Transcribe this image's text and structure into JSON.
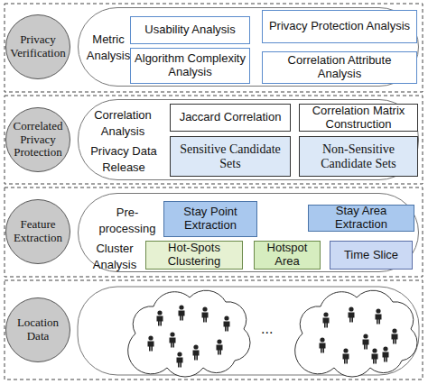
{
  "diagram": {
    "nodes": [
      {
        "text": [
          "Privacy Verification"
        ]
      },
      {
        "text": [
          "Metric Analysis"
        ]
      },
      {
        "text": [
          "Usability Analysis"
        ],
        "in": 1
      },
      {
        "text": [
          "Privacy Protection Analysis"
        ],
        "in": 1
      },
      {
        "text": [
          "Algorithm Complexity Analysis"
        ],
        "in": 1
      },
      {
        "text": [
          "Correlation Attribute Analysis"
        ],
        "in": 1
      },
      {
        "text": [
          "Correlated Privacy Protection"
        ]
      },
      {
        "text": [
          "Correlation Analysis",
          "Privacy Data Release"
        ]
      },
      {
        "text": [
          "Jaccard Correlation"
        ],
        "in": 7
      },
      {
        "text": [
          "Correlation Matrix Construction"
        ],
        "in": 7
      },
      {
        "text": [
          "Sensitive Candidate Sets"
        ],
        "in": 7
      },
      {
        "text": [
          "Non-Sensitive Candidate Sets"
        ],
        "in": 7
      },
      {
        "text": [
          "Feature Extraction"
        ]
      },
      {
        "text": [
          "Pre-processing",
          "Cluster Analysis"
        ]
      },
      {
        "text": [
          "Stay Point Extraction"
        ],
        "in": 13
      },
      {
        "text": [
          "Stay Area Extraction"
        ],
        "in": 13
      },
      {
        "text": [
          "Hot-Spots Clustering"
        ],
        "in": 13
      },
      {
        "text": [
          "Hotspot Area"
        ],
        "in": 13
      },
      {
        "text": [
          "Time Slice"
        ],
        "in": 13
      },
      {
        "text": [
          "Location Data"
        ]
      }
    ],
    "labels": [
      "..."
    ]
  }
}
